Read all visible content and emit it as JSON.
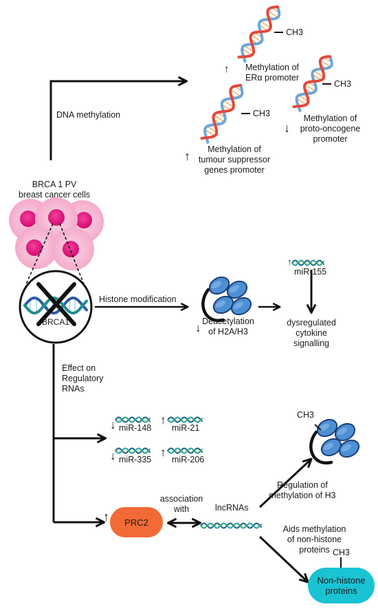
{
  "source": {
    "title": "BRCA 1 PV",
    "subtitle": "breast cancer cells",
    "gene_label": "BRCA1"
  },
  "dna_methylation": {
    "label": "DNA methylation",
    "methyl_group": "CH3",
    "era": {
      "direction": "up",
      "text": [
        "Methylation of",
        "ERα promoter"
      ]
    },
    "proto": {
      "direction": "down",
      "text": [
        "Methylation of",
        "proto-oncogene",
        "promoter"
      ]
    },
    "tumour": {
      "direction": "up",
      "text": [
        "Methylation of",
        "tumour suppressor",
        "genes promoter"
      ]
    }
  },
  "histone": {
    "label": "Histone modification",
    "deacetylation": {
      "direction": "down",
      "text": [
        "Deacetylation",
        "of H2A/H3"
      ]
    },
    "mirna": {
      "direction": "up",
      "text": "miR-155"
    },
    "outcome": [
      "dysregulated",
      "cytokine",
      "signalling"
    ]
  },
  "regulatory_rnas": {
    "label": [
      "Effect on",
      "Regulatory",
      "RNAs"
    ],
    "mirnas": [
      {
        "name": "miR-148",
        "direction": "down"
      },
      {
        "name": "miR-21",
        "direction": "up"
      },
      {
        "name": "miR-335",
        "direction": "down"
      },
      {
        "name": "miR-206",
        "direction": "up"
      }
    ],
    "prc2": {
      "label": "PRC2",
      "direction": "up"
    },
    "association": [
      "association",
      "with"
    ],
    "lncrnas": "lncRNAs",
    "h3_regulation": [
      "Regulation of",
      "methylation of H3"
    ],
    "non_histone_aid": [
      "Aids methylation",
      "of non-histone",
      "proteins"
    ],
    "non_histone_box": [
      "Non-histone",
      "proteins"
    ],
    "methyl_group": "CH3"
  },
  "colors": {
    "cell_outer": "#f6b8d3",
    "cell_inner": "#e0127a",
    "dna_red": "#e2493c",
    "dna_blue": "#6aa6d9",
    "dna_teal": "#1f8d93",
    "histone_blue": "#4c8fd3",
    "prc2_orange": "#f26a36",
    "nonhistone_teal": "#19c3d3",
    "arrow": "#111111"
  }
}
